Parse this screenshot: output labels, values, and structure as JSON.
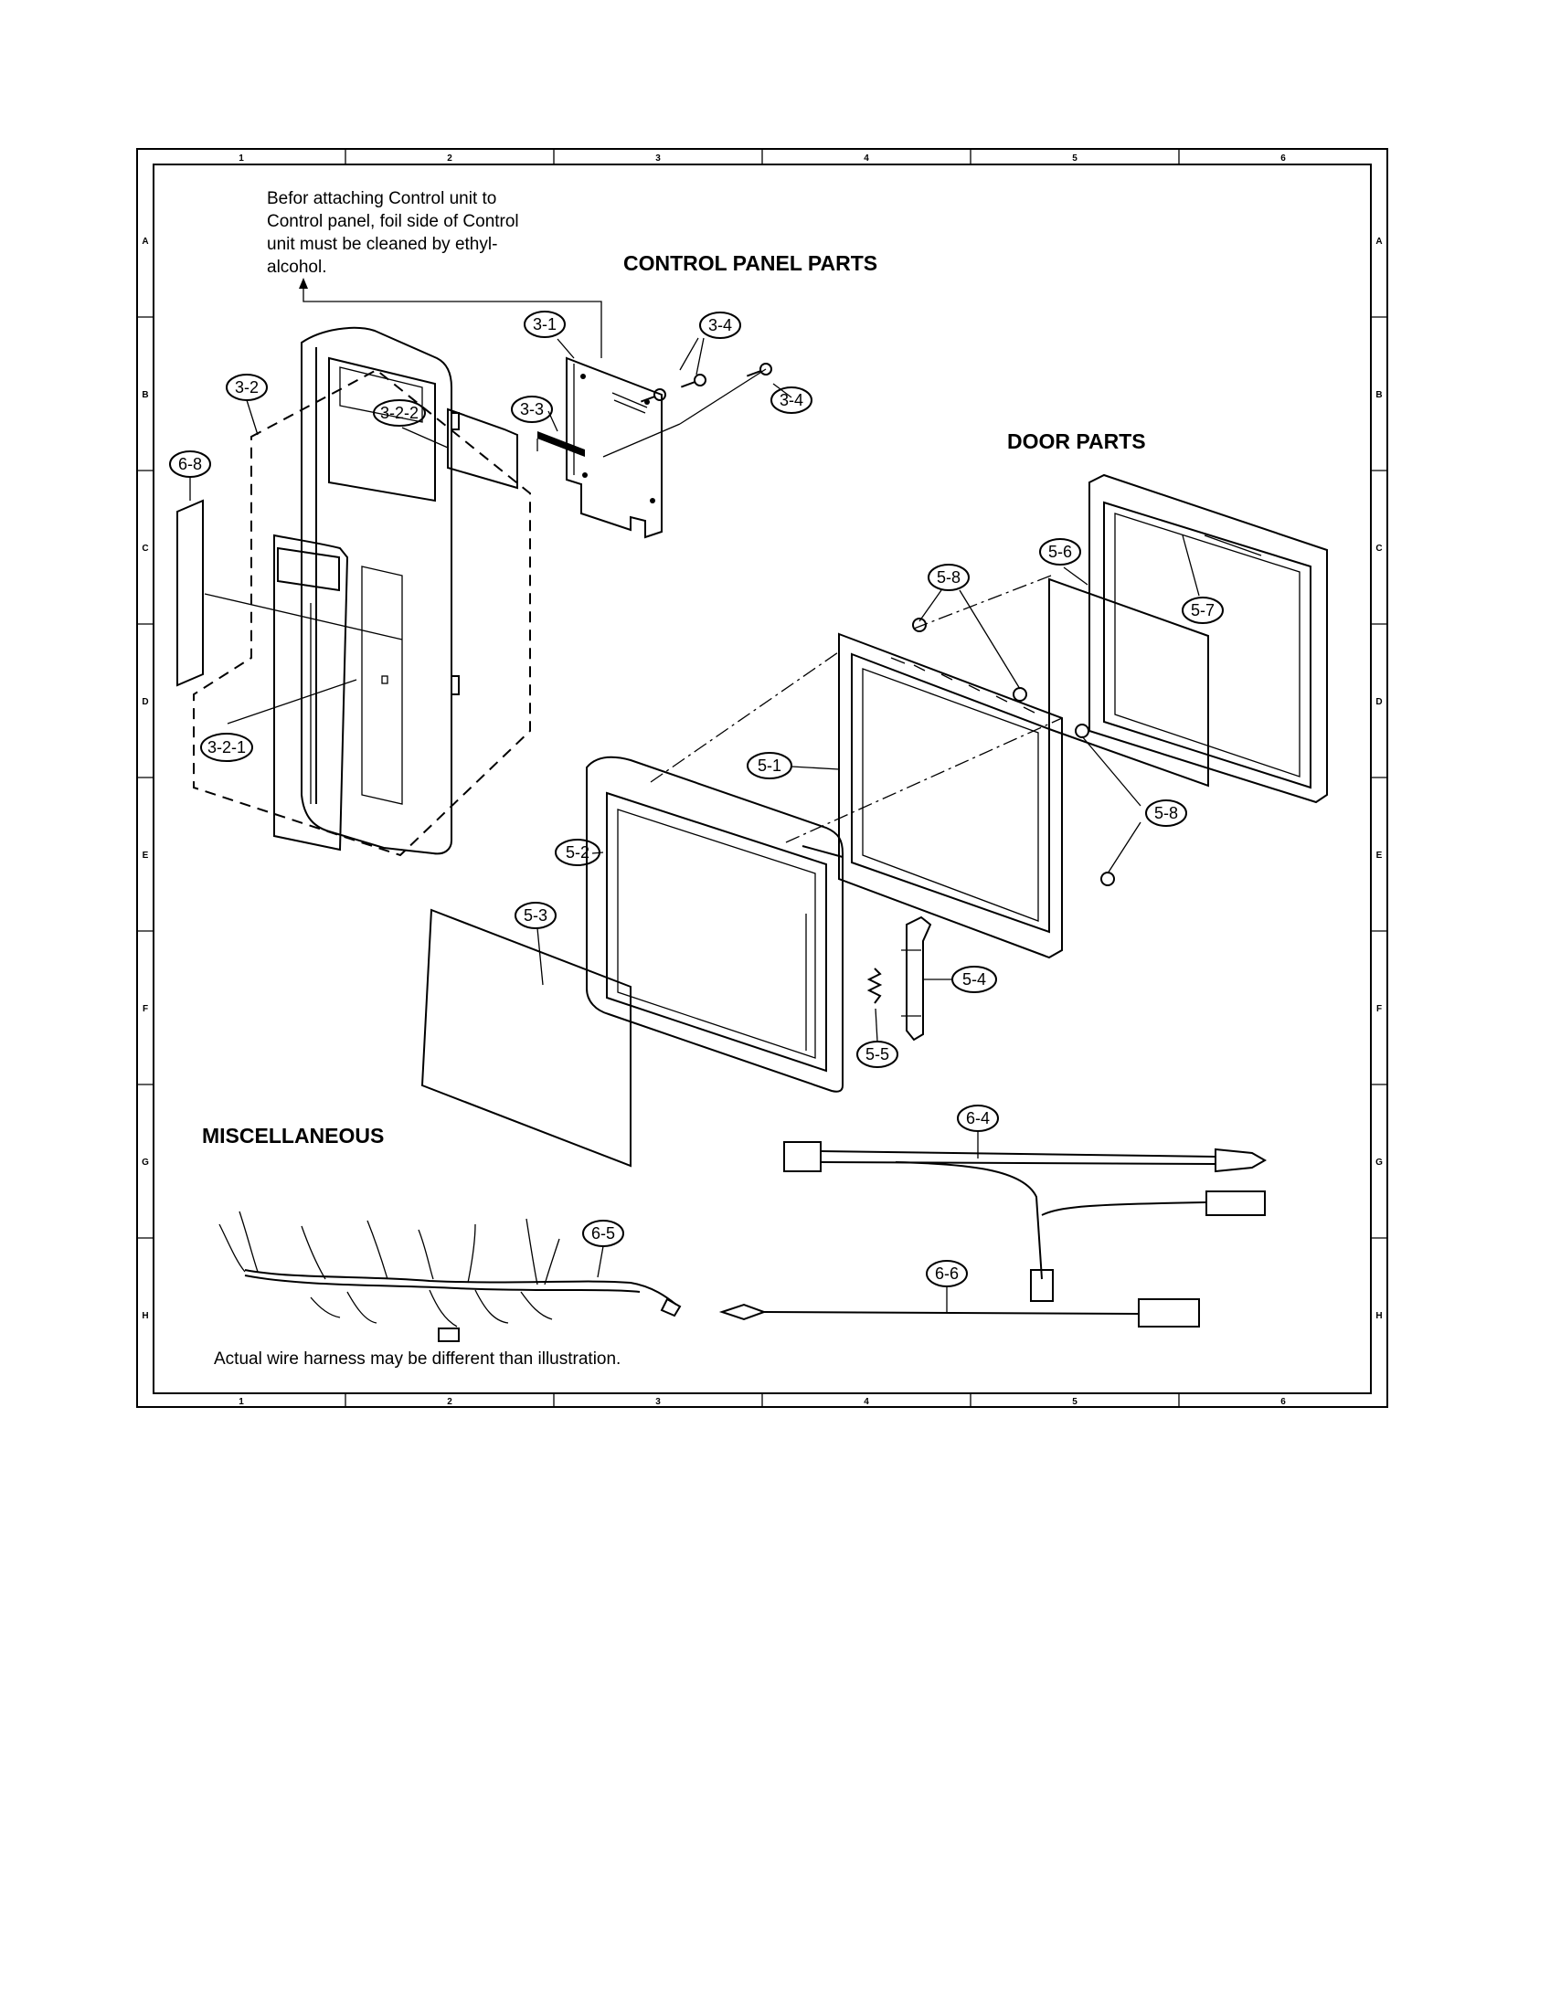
{
  "border": {
    "columns": [
      "1",
      "2",
      "3",
      "4",
      "5",
      "6"
    ],
    "rows": [
      "A",
      "B",
      "C",
      "D",
      "E",
      "F",
      "G",
      "H"
    ]
  },
  "headings": {
    "control_panel": "CONTROL PANEL PARTS",
    "door": "DOOR PARTS",
    "misc": "MISCELLANEOUS"
  },
  "note_lines": [
    "Befor attaching Control unit to",
    "Control panel, foil side of Control",
    "unit must be cleaned by ethyl-",
    "alcohol."
  ],
  "harness_note": "Actual wire harness may be different than illustration.",
  "callouts": {
    "p3_1": "3-1",
    "p3_2": "3-2",
    "p3_2_1": "3-2-1",
    "p3_2_2": "3-2-2",
    "p3_3": "3-3",
    "p3_4a": "3-4",
    "p3_4b": "3-4",
    "p5_1": "5-1",
    "p5_2": "5-2",
    "p5_3": "5-3",
    "p5_4": "5-4",
    "p5_5": "5-5",
    "p5_6": "5-6",
    "p5_7": "5-7",
    "p5_8a": "5-8",
    "p5_8b": "5-8",
    "p6_4": "6-4",
    "p6_5": "6-5",
    "p6_6": "6-6",
    "p6_8": "6-8"
  }
}
